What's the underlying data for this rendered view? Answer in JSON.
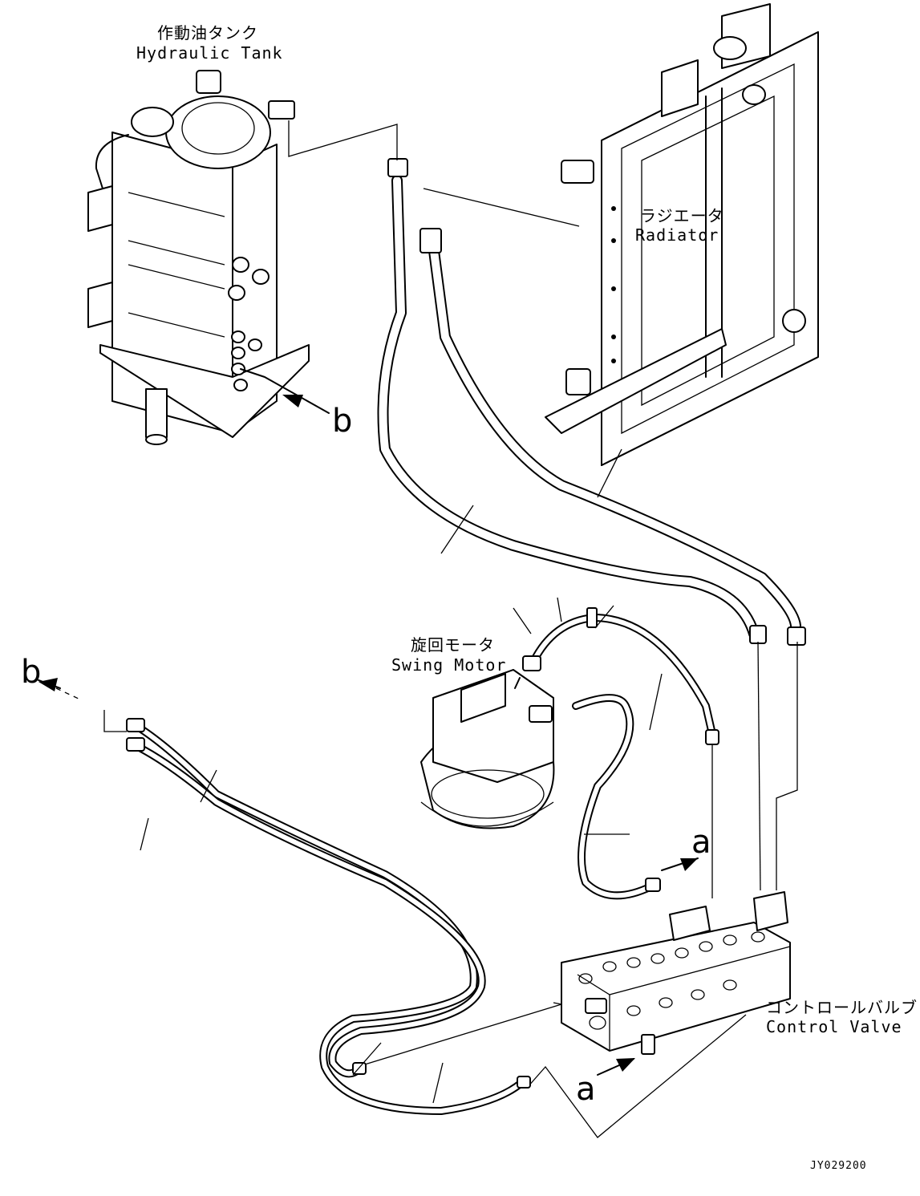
{
  "labels": {
    "hydraulic_tank": {
      "jp": "作動油タンク",
      "en": "Hydraulic Tank"
    },
    "radiator": {
      "jp": "ラジエータ",
      "en": "Radiator"
    },
    "swing_motor": {
      "jp": "旋回モータ",
      "en": "Swing Motor"
    },
    "control_valve": {
      "jp": "コントロールバルブ",
      "en": "Control Valve"
    }
  },
  "refs": {
    "a": "a",
    "b": "b"
  },
  "drawing_code": "JY029200"
}
